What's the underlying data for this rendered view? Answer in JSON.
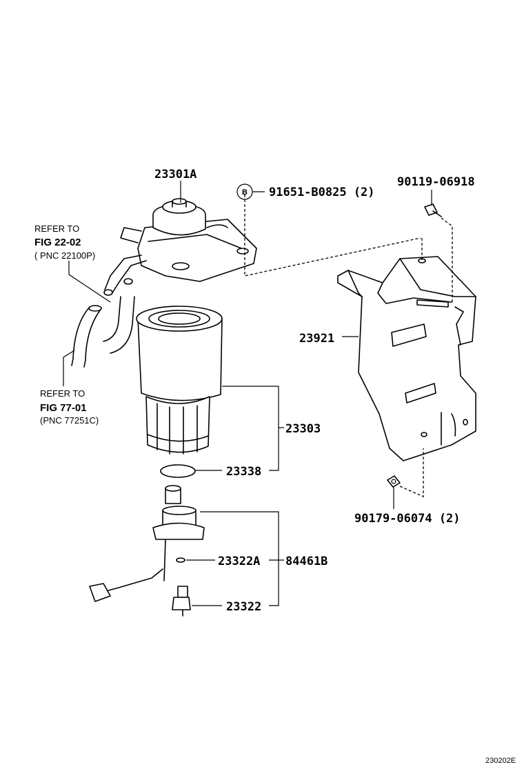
{
  "parts": {
    "p23301A": "23301A",
    "p91651": "91651-B0825 (2)",
    "p90119": "90119-06918",
    "p23921": "23921",
    "p23303": "23303",
    "p23338": "23338",
    "p23322A": "23322A",
    "p84461B": "84461B",
    "p23322": "23322",
    "p90179": "90179-06074 (2)"
  },
  "circle_label": "B",
  "refs": {
    "ref1": {
      "line1": "REFER TO",
      "line2": "FIG 22-02",
      "line3": "( PNC 22100P)"
    },
    "ref2": {
      "line1": "REFER TO",
      "line2": "FIG 77-01",
      "line3": "(PNC 77251C)"
    }
  },
  "diagram_code": "230202E"
}
